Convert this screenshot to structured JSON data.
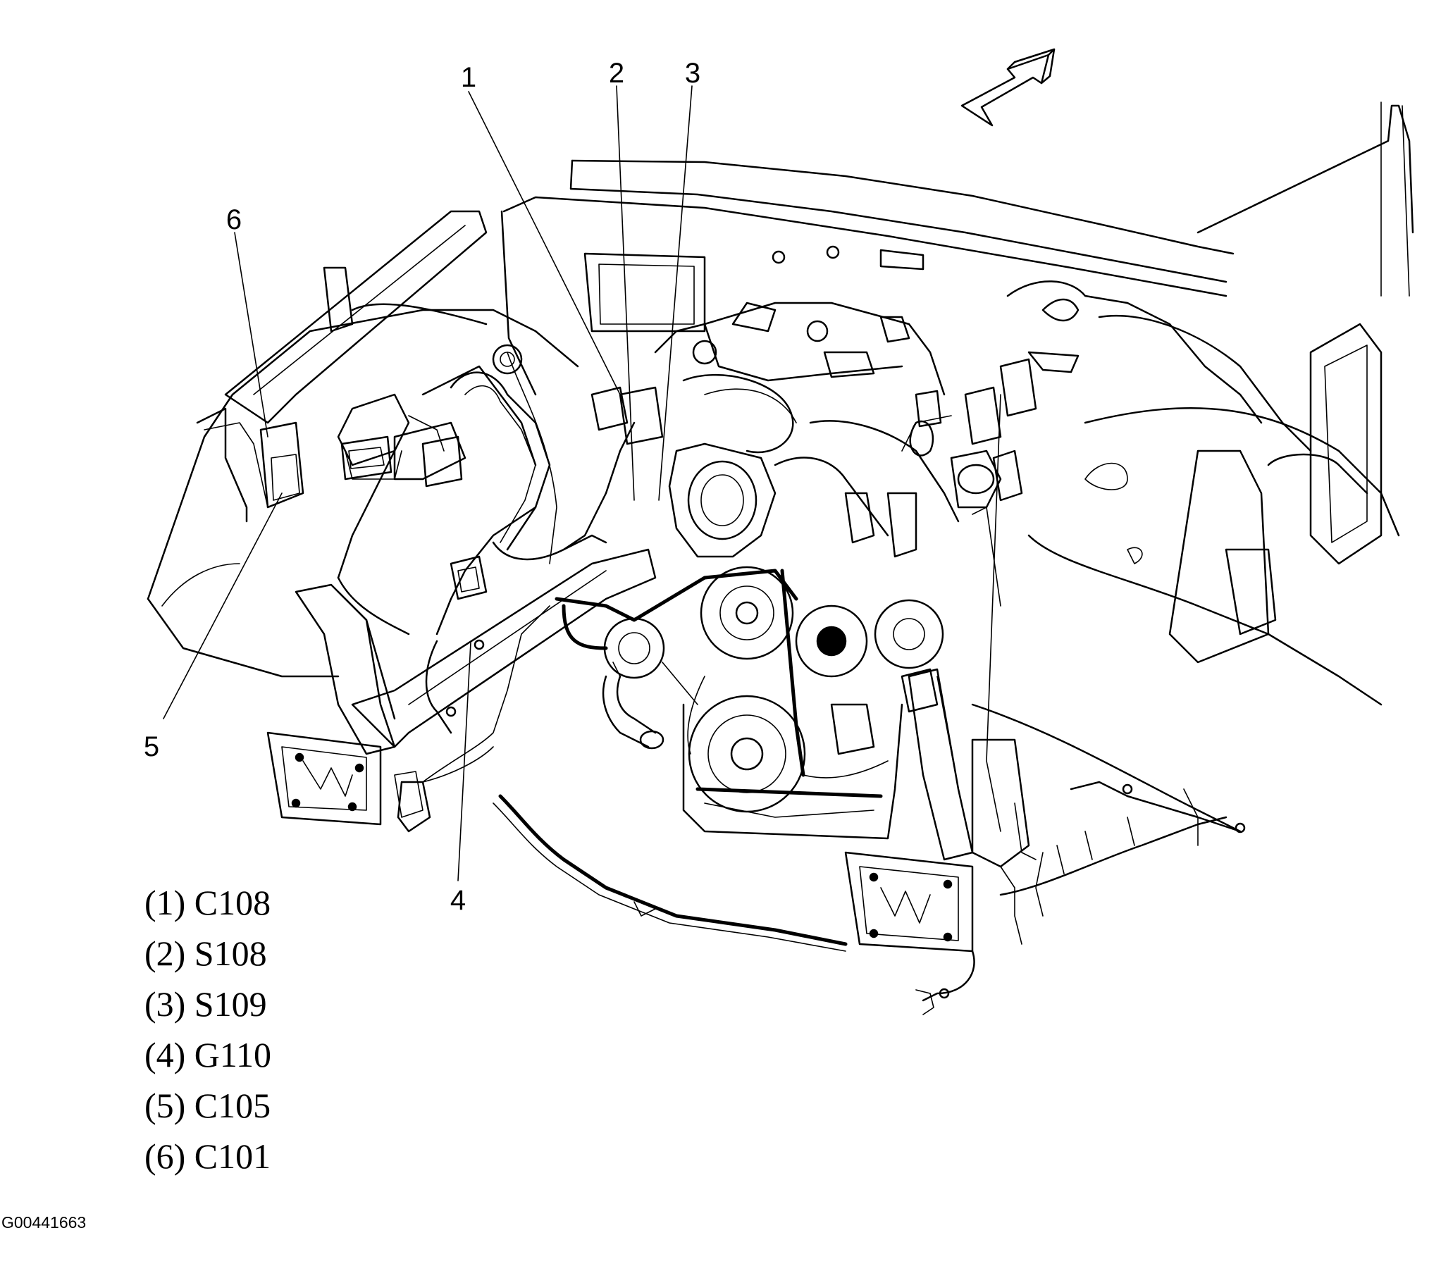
{
  "callouts": [
    {
      "num": "1",
      "code": "C108"
    },
    {
      "num": "2",
      "code": "S108"
    },
    {
      "num": "3",
      "code": "S109"
    },
    {
      "num": "4",
      "code": "G110"
    },
    {
      "num": "5",
      "code": "C105"
    },
    {
      "num": "6",
      "code": "C101"
    }
  ],
  "legend": [
    "(1) C108",
    "(2) S108",
    "(3) S109",
    "(4) G110",
    "(5) C105",
    "(6) C101"
  ],
  "figure_id": "G00441663",
  "icons": [
    "front-direction-arrow-icon"
  ]
}
